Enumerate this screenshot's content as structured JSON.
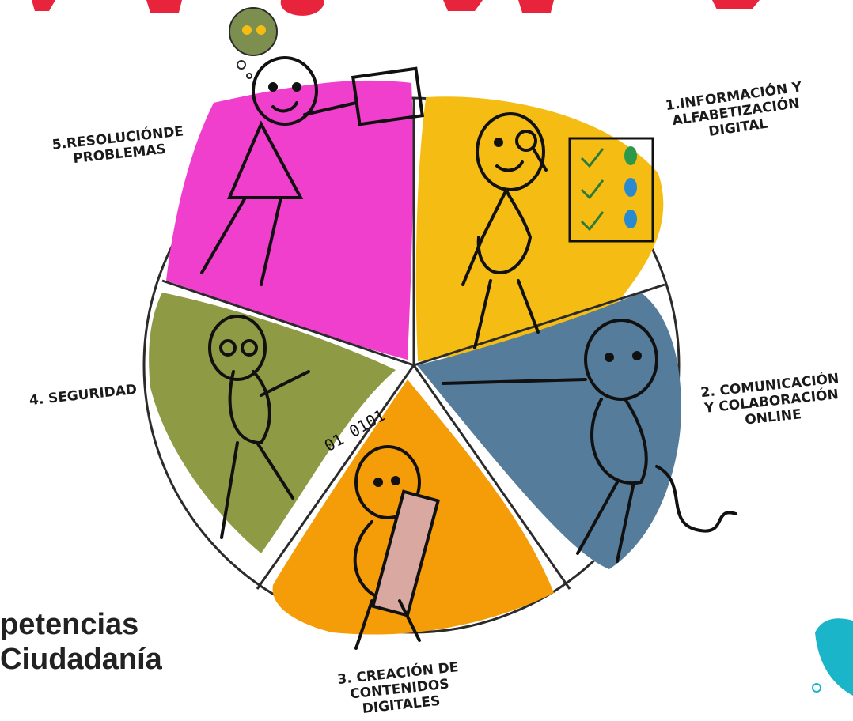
{
  "segments": [
    {
      "id": 1,
      "label": "1.INFORMACIÓN Y\nALFABETIZACIÓN\nDIGITAL",
      "color": "#f5bc13"
    },
    {
      "id": 2,
      "label": "2. COMUNICACIÓN\nY COLABORACIÓN\nONLINE",
      "color": "#567c9c"
    },
    {
      "id": 3,
      "label": "3. CREACIÓN DE\nCONTENIDOS\nDIGITALES",
      "color": "#f59d08"
    },
    {
      "id": 4,
      "label": "4. SEGURIDAD",
      "color": "#8e9a44"
    },
    {
      "id": 5,
      "label": "5.RESOLUCIÓNDE\nPROBLEMAS",
      "color": "#f13fcd"
    }
  ],
  "caption": {
    "line1": "petencias",
    "line2": "Ciudadanía"
  },
  "colors": {
    "outline": "#2b2b2b",
    "banner_red": "#e8243c",
    "logo": "#1bb5c9"
  },
  "icons": [
    "stick-figure-magnifier",
    "checklist",
    "stick-figure-plug",
    "stick-figure-tablet",
    "stick-figure-binary",
    "stick-figure-board",
    "lightbulb-thought"
  ]
}
